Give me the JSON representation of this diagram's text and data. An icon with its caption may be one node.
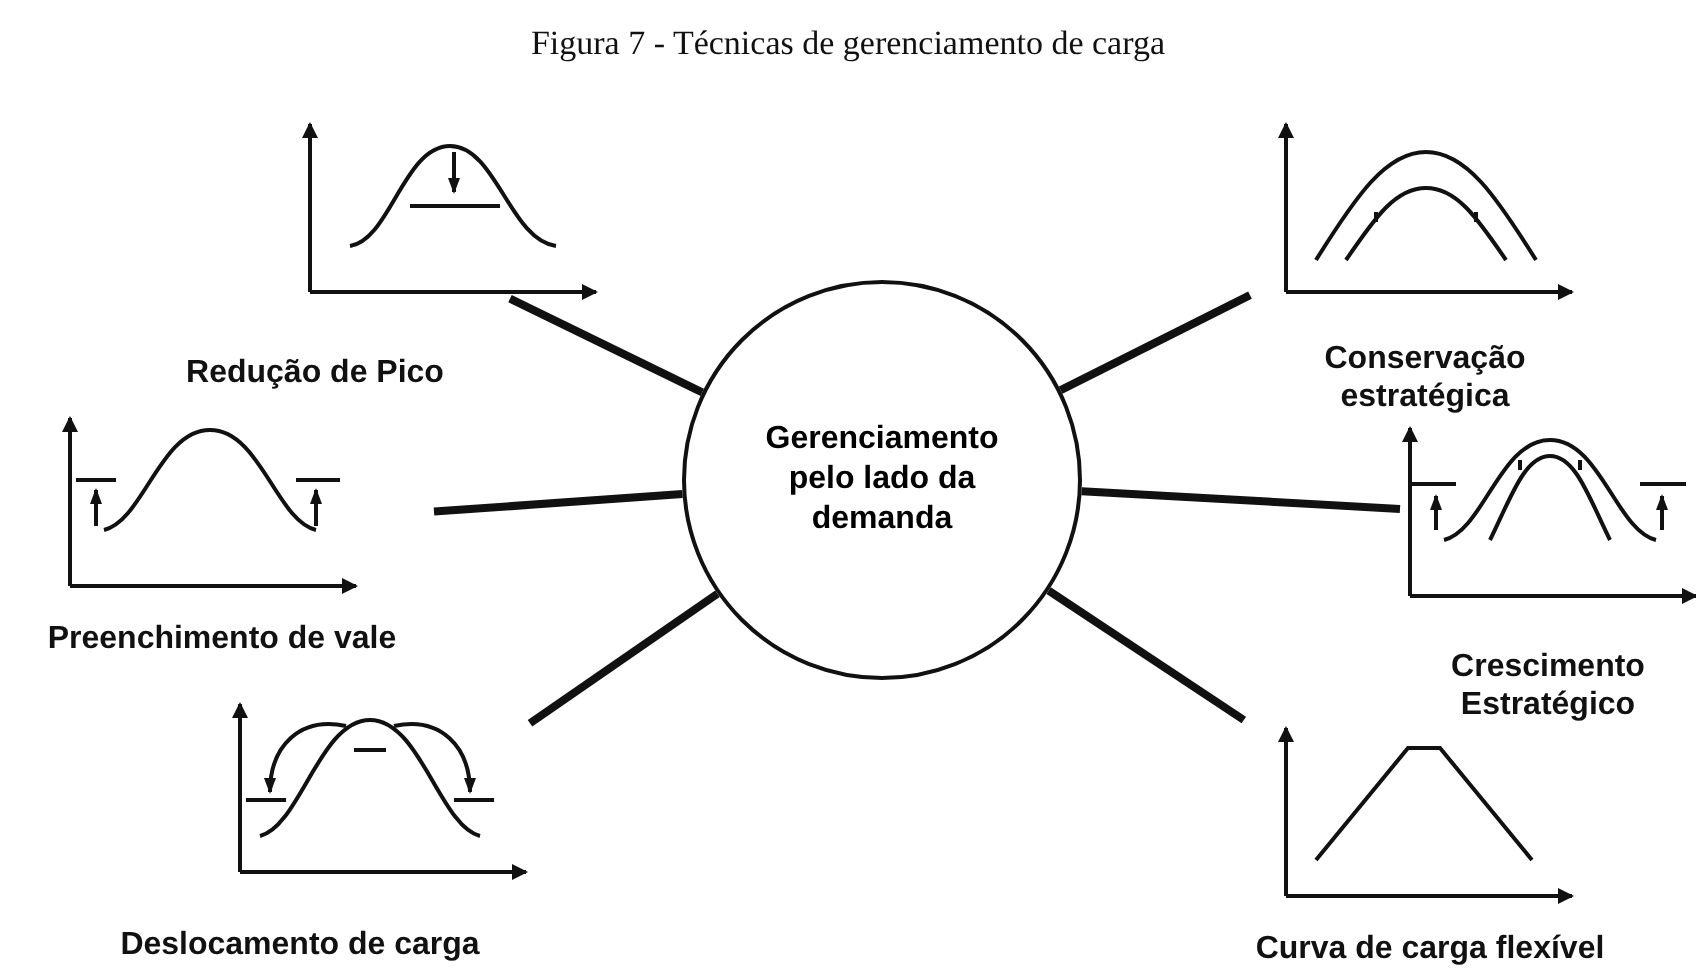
{
  "diagram": {
    "title": "Figura 7 - Técnicas de gerenciamento de carga",
    "nodes": [
      {
        "text": [
          "Gerenciamento pelo lado da demanda"
        ]
      },
      {
        "text": [
          "Redução de Pico"
        ]
      },
      {
        "text": [
          "Preenchimento de vale"
        ]
      },
      {
        "text": [
          "Deslocamento de carga"
        ]
      },
      {
        "text": [
          "Conservação estratégica"
        ]
      },
      {
        "text": [
          "Crescimento Estratégico"
        ]
      },
      {
        "text": [
          "Curva de carga flexível"
        ]
      }
    ],
    "edges": [
      {
        "from": 0,
        "to": 1,
        "arrow": "none"
      },
      {
        "from": 0,
        "to": 2,
        "arrow": "none"
      },
      {
        "from": 0,
        "to": 3,
        "arrow": "none"
      },
      {
        "from": 0,
        "to": 4,
        "arrow": "none"
      },
      {
        "from": 0,
        "to": 5,
        "arrow": "none"
      },
      {
        "from": 0,
        "to": 6,
        "arrow": "none"
      }
    ]
  }
}
